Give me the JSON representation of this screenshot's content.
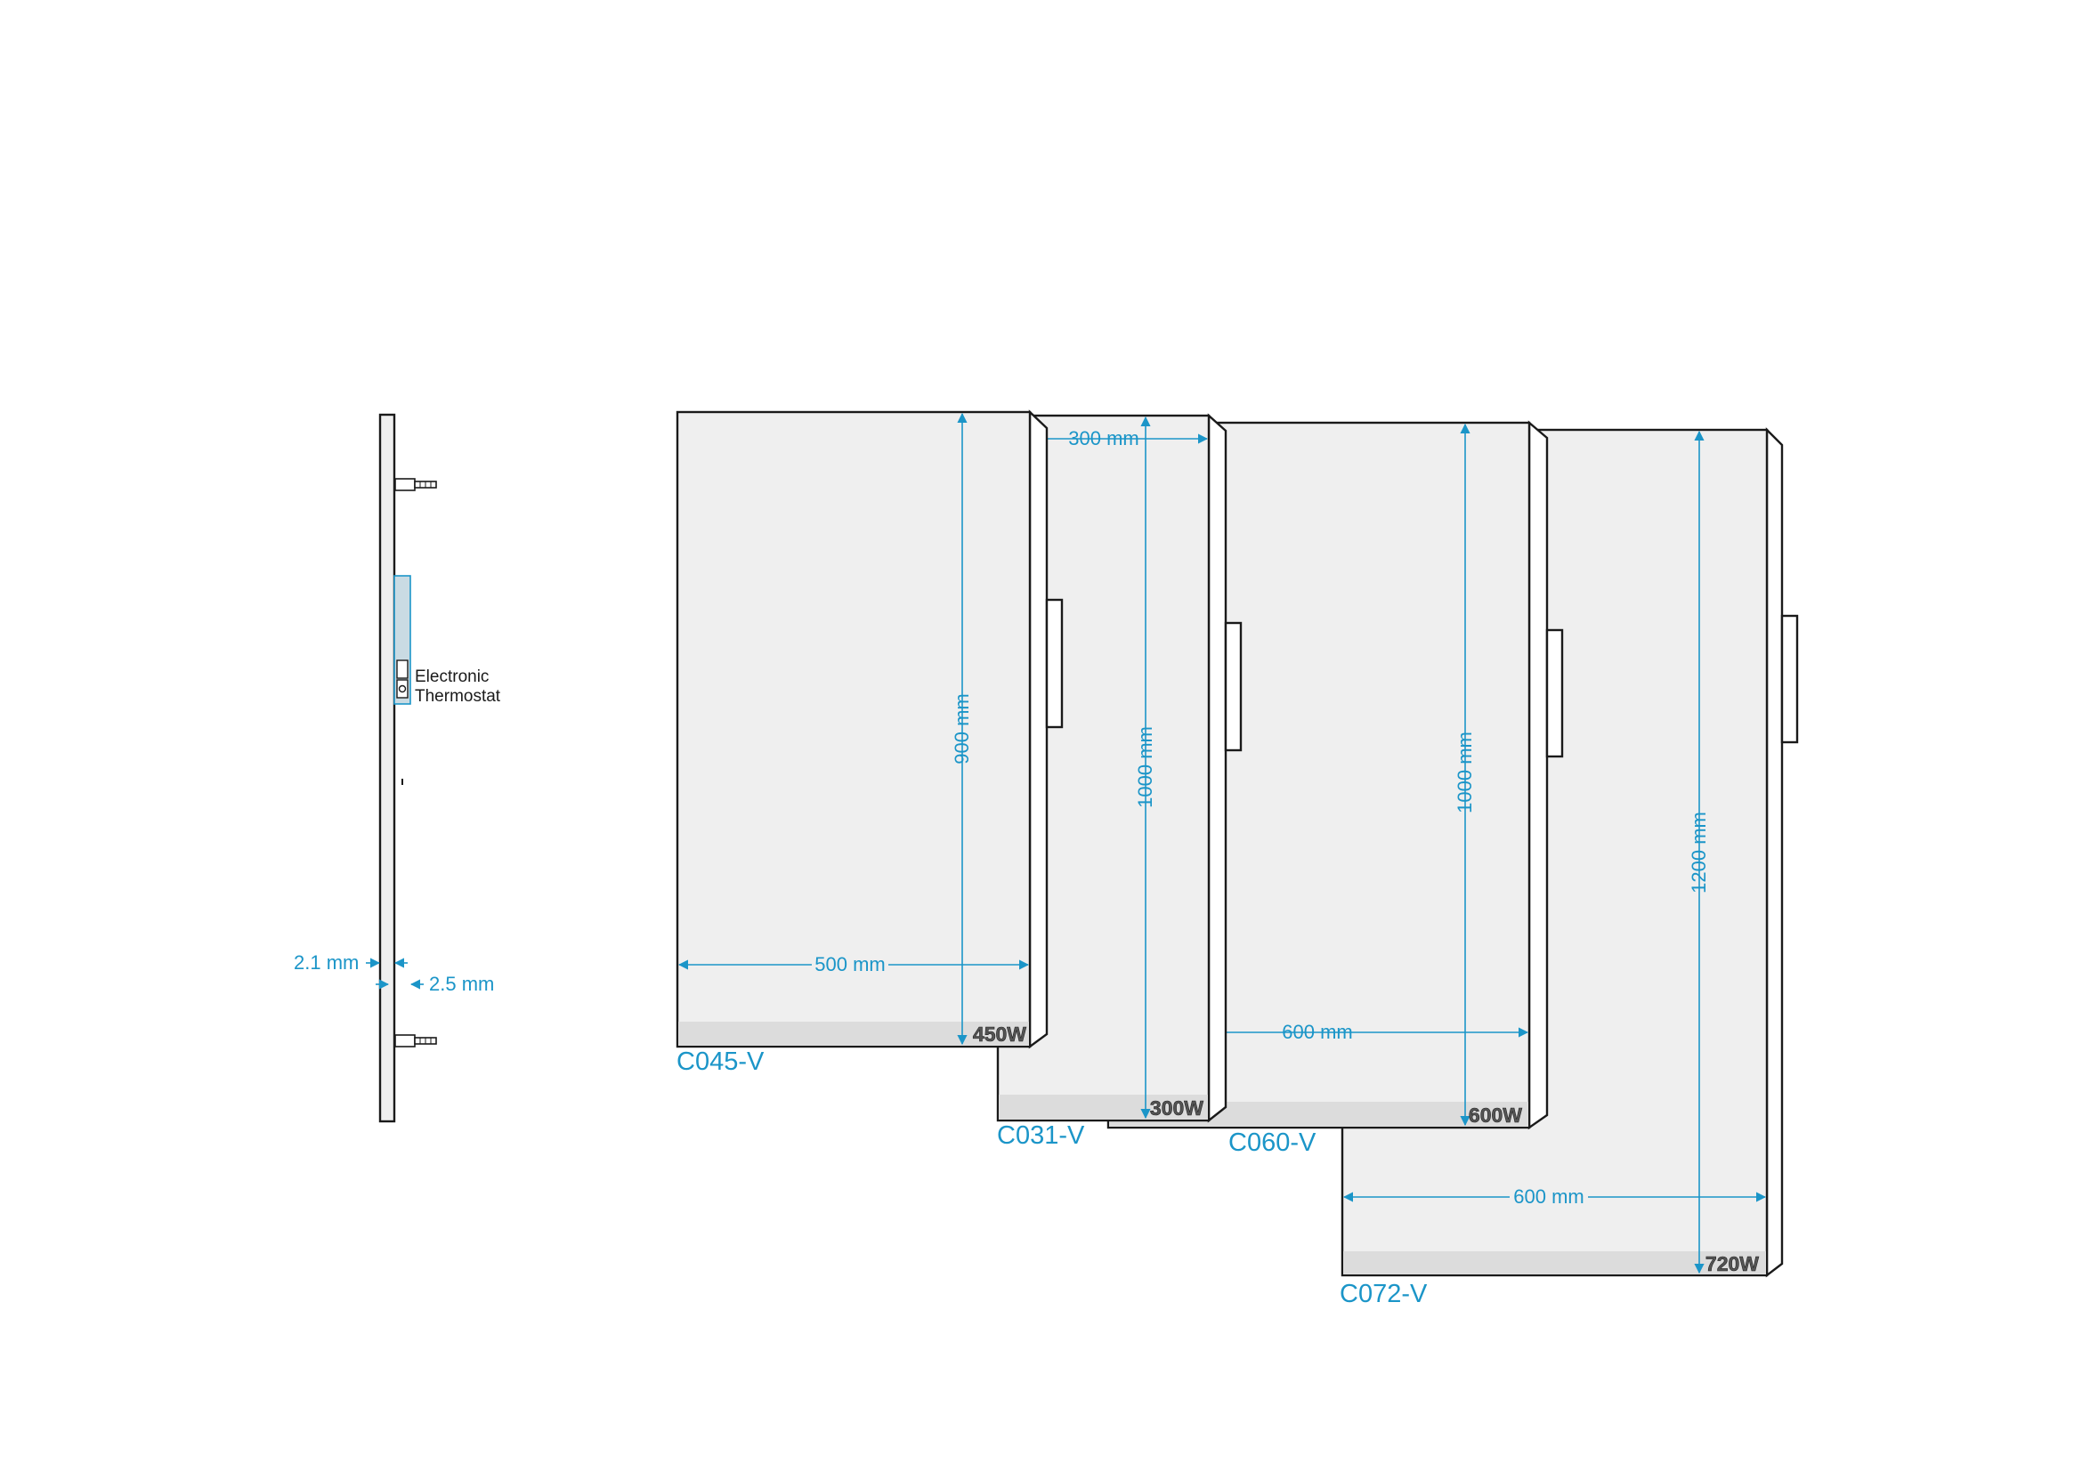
{
  "side_view": {
    "thermostat_label_line1": "Electronic",
    "thermostat_label_line2": "Thermostat",
    "dim_left": "2.1 mm",
    "dim_right": "2.5 mm"
  },
  "panels": [
    {
      "model": "C045-V",
      "power": "450W",
      "width": "500 mm",
      "height": "900 mm"
    },
    {
      "model": "C031-V",
      "power": "300W",
      "width": "300 mm",
      "height": "1000 mm"
    },
    {
      "model": "C060-V",
      "power": "600W",
      "width": "600 mm",
      "height": "1000 mm"
    },
    {
      "model": "C072-V",
      "power": "720W",
      "width": "600 mm",
      "height": "1200 mm"
    }
  ],
  "colors": {
    "dimension": "#1b95c8",
    "panel_face": "#efefef",
    "outline": "#1a1a1a"
  }
}
